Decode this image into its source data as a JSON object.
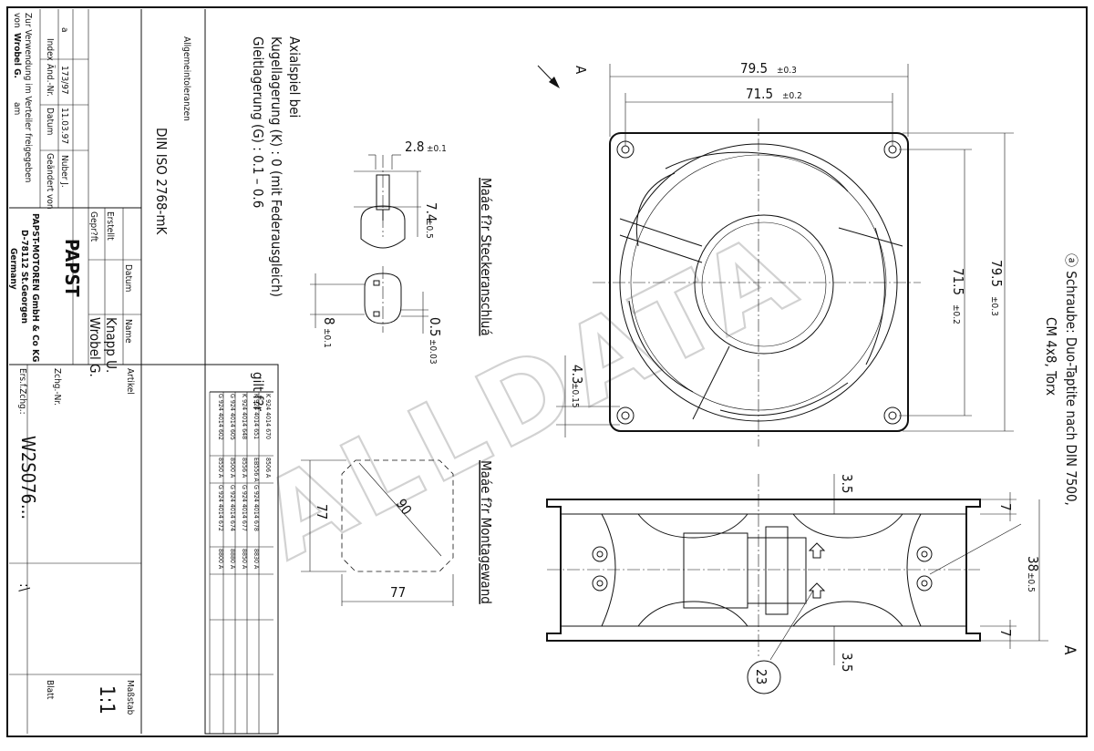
{
  "title_block": {
    "revision_table": {
      "headers": [
        "Index",
        "Änd.-Nr.",
        "Datum",
        "Geändert von"
      ],
      "row": [
        "a",
        "173/97",
        "11.03.97",
        "Nuber J."
      ],
      "release_line": "Zur Verwendung im Verteiler freigegeben",
      "von_label": "von",
      "von_name": "Wrobel G.",
      "am_label": "am"
    },
    "sign_labels": [
      "Erstellt",
      "Gepr?ft"
    ],
    "datum_label": "Datum",
    "name_label": "Name",
    "names": [
      "Knapp U.",
      "Wrobel G."
    ],
    "company_logo": "PAPST",
    "company_address": [
      "PAPST-MOTOREN GmbH & Co KG",
      "D-78112 St.Georgen",
      "Germany"
    ],
    "general_tolerances_label": "Allgemeintoleranzen",
    "general_tolerances_value": "DIN ISO 2768-mK",
    "artikel_label": "Artikel",
    "zchg_label": "Zchg.-Nr.",
    "ers_label": "Ers.f.Zchg.:",
    "drawing_no": "W2S076...",
    "ers_tail": ":\\",
    "massstab_label": "Maßstab",
    "scale": "1:1",
    "blatt_label": "Blatt"
  },
  "gilt_table": {
    "title": "gilt f?r",
    "rows": [
      [
        "K 924 4014 670",
        "8506 A",
        "",
        ""
      ],
      [
        "K 924 4014 651",
        "EB556 A",
        "G 924 4014 678",
        "8830 A"
      ],
      [
        "K 924 4014 648",
        "8556 A",
        "G 924 4014 677",
        "8850 A"
      ],
      [
        "G 924 4014 605",
        "8500 A",
        "G 924 4014 674",
        "8880 A"
      ],
      [
        "G 924 4014 602",
        "8550 A",
        "G 924 4014 672",
        "8800 A"
      ]
    ]
  },
  "notes": {
    "axial_play": [
      "Axialspiel bei",
      "Kugellagerung (K) :  0 (mit Federausgleich)",
      "Gleitlagerung (G) :  0.1 – 0.6"
    ],
    "connector_heading": "Maáe f?r Steckeranschluá",
    "mounting_heading": "Maáe f?r Montagewand",
    "screw_note": [
      "ⓐ Schraube: Duo-Taptite nach DIN 7500,",
      "CM 4x8, Torx"
    ]
  },
  "dimensions": {
    "d_79_5": "79.5",
    "t_79_5": "±0.3",
    "d_71_5": "71.5",
    "t_71_5": "±0.2",
    "d_2_8": "2.8",
    "t_2_8": "±0.1",
    "d_7_4": "7.4",
    "t_7_4": "±0.5",
    "d_8": "8",
    "t_8": "±0.1",
    "d_0_5": "0.5",
    "t_0_5": "±0.03",
    "d_4_3": "4.3",
    "t_4_3": "±0.15",
    "d_3_5": "3.5",
    "d_7": "7",
    "d_38": "38",
    "t_38": "±0.5",
    "d_77": "77",
    "d_90": "90",
    "balloon": "23",
    "section": "A"
  },
  "watermark": "ALLDATA"
}
